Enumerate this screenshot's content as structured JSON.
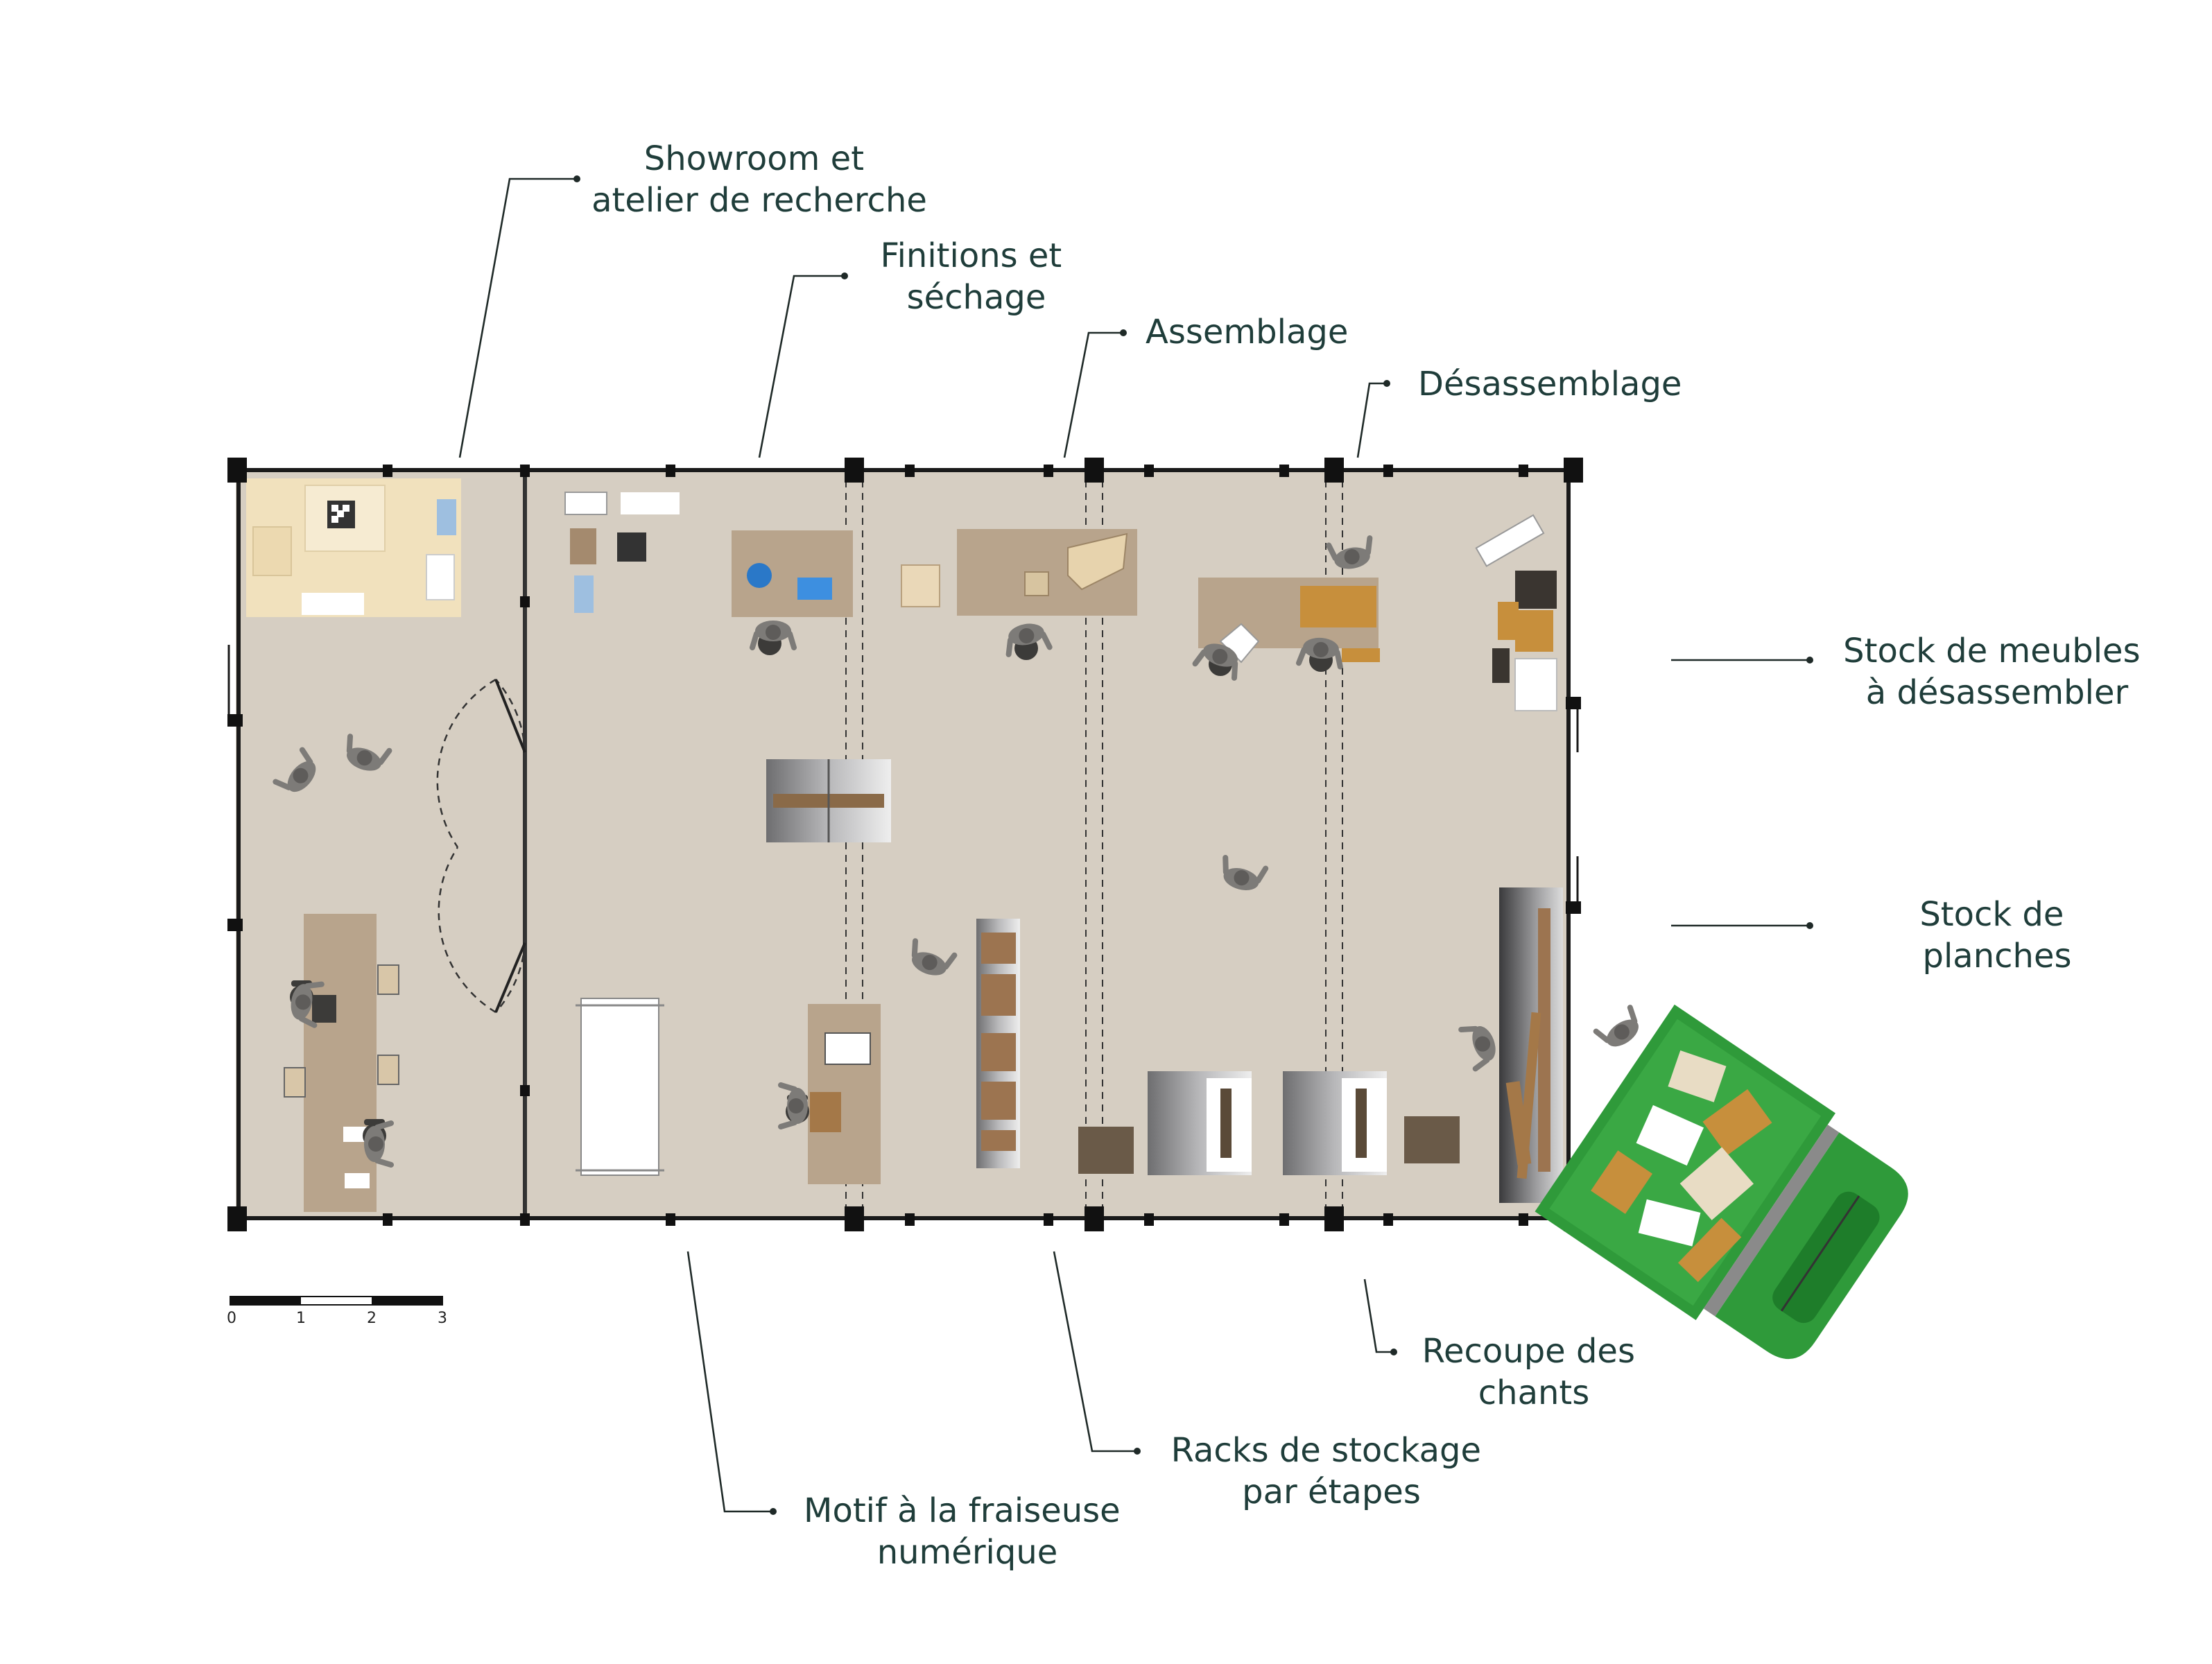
{
  "labels": {
    "showroom": [
      "Showroom et",
      "atelier de recherche"
    ],
    "finitions": [
      "Finitions et",
      "séchage"
    ],
    "assemblage": [
      "Assemblage"
    ],
    "desassemblage": [
      "Désassemblage"
    ],
    "stock_meubles": [
      "Stock de meubles",
      "à désassembler"
    ],
    "stock_planches": [
      "Stock de",
      "planches"
    ],
    "recoupe": [
      "Recoupe des",
      "chants"
    ],
    "racks": [
      "Racks de stockage",
      "par étapes"
    ],
    "motif": [
      "Motif à la fraiseuse",
      "numérique"
    ]
  },
  "scale_bar": {
    "ticks": [
      "0",
      "1",
      "2",
      "3"
    ]
  },
  "colors": {
    "floor": "#d6cec2",
    "wall": "#1a1a1a",
    "leader": "#1f2a28",
    "label": "#1f3d3a",
    "showroom_rug": "#f1e1bd",
    "table_wood": "#b8a48c",
    "truck": "#2f9a3a"
  }
}
